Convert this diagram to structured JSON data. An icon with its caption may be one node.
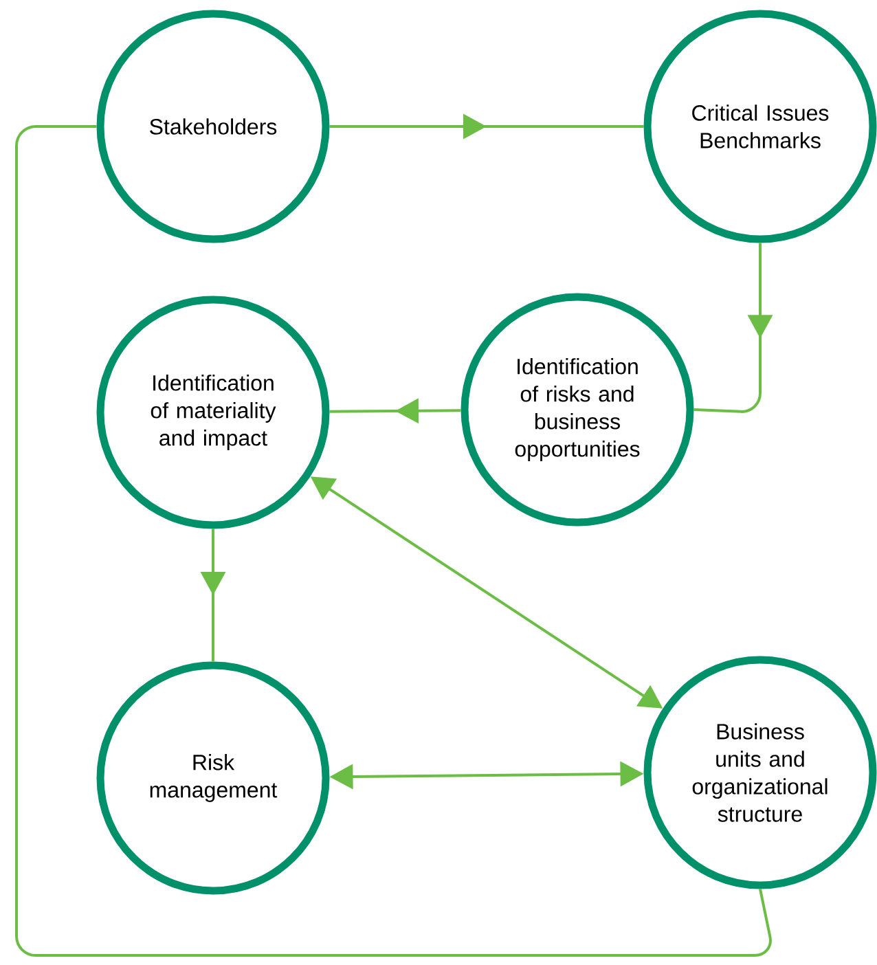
{
  "diagram": {
    "nodes": [
      {
        "text": [
          "Stakeholders"
        ]
      },
      {
        "text": [
          "Critical Issues Benchmarks"
        ]
      },
      {
        "text": [
          "Identification of risks and business opportunities"
        ]
      },
      {
        "text": [
          "Identification of materiality and impact"
        ]
      },
      {
        "text": [
          "Risk management"
        ]
      },
      {
        "text": [
          "Business units and organizational structure"
        ]
      }
    ],
    "edges": [
      {
        "from": 0,
        "to": 1,
        "arrow": "to"
      },
      {
        "from": 1,
        "to": 2,
        "arrow": "to"
      },
      {
        "from": 2,
        "to": 3,
        "arrow": "to"
      },
      {
        "from": 3,
        "to": 4,
        "arrow": "to"
      },
      {
        "from": 3,
        "to": 5,
        "arrow": "both"
      },
      {
        "from": 4,
        "to": 5,
        "arrow": "both"
      },
      {
        "from": 5,
        "to": 0,
        "arrow": "none"
      }
    ]
  }
}
